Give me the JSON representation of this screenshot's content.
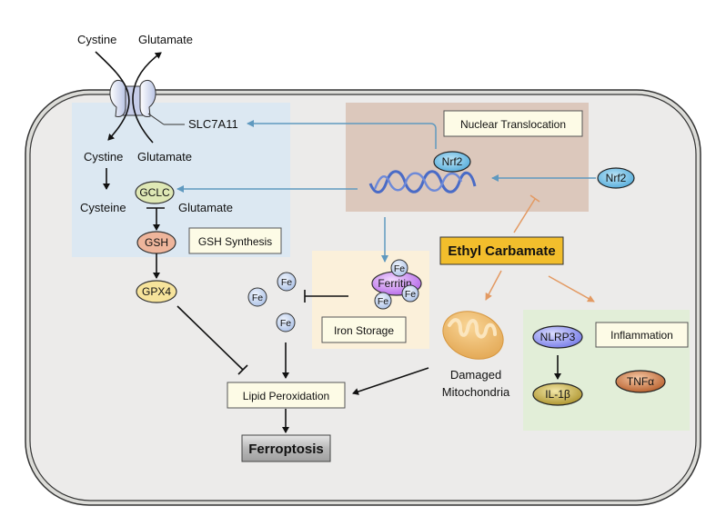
{
  "title": "Ethyl carbamate induced ferroptosis pathway",
  "colors": {
    "cell_fill": "#ecebea",
    "cell_border": "#333333",
    "gsh_region": "#dce8f2",
    "nucleus_region": "#dcc8bc",
    "iron_region": "#fbf0da",
    "inflammation_region": "#e2eed8",
    "blue_arrow": "#5f99bf",
    "orange_arrow": "#e39a63",
    "black_arrow": "#111111",
    "ethyl_carbamate_box": "#f2be2c",
    "label_box": "#fdfbe6"
  },
  "transporter": {
    "name": "SLC7A11",
    "outside_in": "Cystine",
    "outside_out": "Glutamate",
    "inside_in": "Cystine",
    "inside_out": "Glutamate"
  },
  "gsh_synthesis": {
    "box_label": "GSH Synthesis",
    "cysteine": "Cysteine",
    "glutamate": "Glutamate",
    "enzyme": "GCLC",
    "product": "GSH",
    "downstream": "GPX4"
  },
  "nucleus": {
    "box_label": "Nuclear Translocation",
    "bound_factor": "Nrf2",
    "cytosolic_factor": "Nrf2"
  },
  "iron": {
    "box_label": "Iron Storage",
    "ferritin": "Ferritin",
    "ion": "Fe"
  },
  "toxin": {
    "label": "Ethyl Carbamate"
  },
  "mitochondria": {
    "label_line1": "Damaged",
    "label_line2": "Mitochondria"
  },
  "inflammation": {
    "box_label": "Inflammation",
    "nlrp3": "NLRP3",
    "il1b": "IL-1β",
    "tnfa": "TNFα"
  },
  "outcome": {
    "lipid": "Lipid Peroxidation",
    "ferroptosis": "Ferroptosis"
  }
}
